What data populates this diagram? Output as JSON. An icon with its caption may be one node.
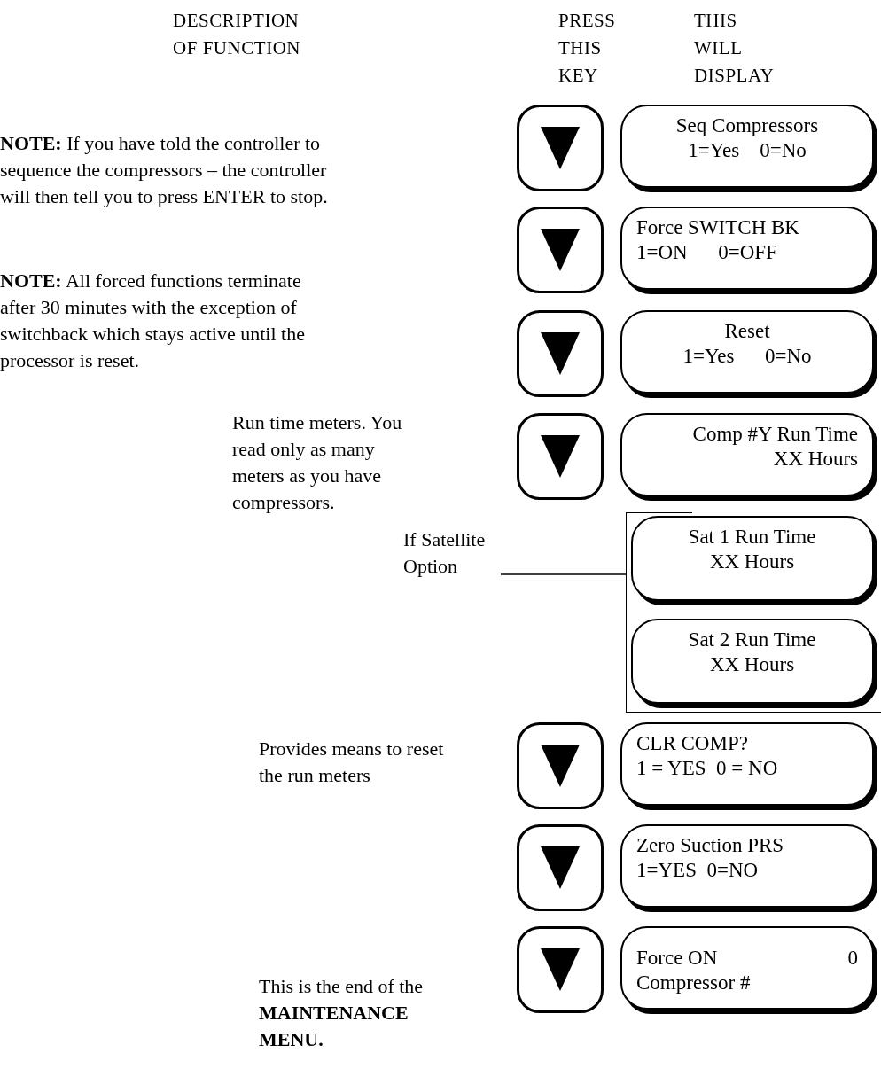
{
  "diagram": {
    "nodes": [
      {
        "text": [],
        "shape": "box"
      },
      {
        "text": [
          "Seq Compressors",
          "1=Yes    0=No"
        ]
      },
      {
        "text": [],
        "shape": "box"
      },
      {
        "text": [
          "Force SWITCH BK",
          "1=ON      0=OFF"
        ]
      },
      {
        "text": [],
        "shape": "box"
      },
      {
        "text": [
          "Reset",
          "1=Yes      0=No"
        ]
      },
      {
        "text": [],
        "shape": "box"
      },
      {
        "text": [
          "Comp #Y Run Time",
          "XX Hours"
        ]
      },
      {
        "text": [],
        "shape": "bracket"
      },
      {
        "text": [
          "Sat 1 Run Time",
          "XX Hours"
        ],
        "in": 8
      },
      {
        "text": [
          "If Satellite Option"
        ]
      },
      {
        "text": [
          "Sat 2 Run Time",
          "XX Hours"
        ],
        "in": 8
      },
      {
        "text": [],
        "shape": "box"
      },
      {
        "text": [
          "CLR COMP?",
          "1 = YES  0 = NO"
        ]
      },
      {
        "text": [],
        "shape": "box"
      },
      {
        "text": [
          "Zero Suction PRS",
          "1=YES  0=NO"
        ]
      },
      {
        "text": [],
        "shape": "box"
      },
      {
        "text": [
          "Force ON",
          "0",
          "Compressor #"
        ]
      }
    ],
    "edges": [
      {
        "from": 10,
        "to": 8,
        "arrow": "none"
      }
    ],
    "labels": [
      "DESCRIPTION OF FUNCTION",
      "PRESS THIS KEY",
      "THIS WILL DISPLAY",
      "**NOTE:** If you have told the controller to sequence the compressors – the controller will then tell you to press ENTER to stop.",
      "**NOTE:** All forced functions terminate after 30 minutes with the exception of switchback which stays active until the processor is reset.",
      "Run time meters. You read only as many meters as you have compressors.",
      "Provides means to reset the run meters",
      "This is the end of the **MAINTENANCE MENU.**"
    ]
  }
}
